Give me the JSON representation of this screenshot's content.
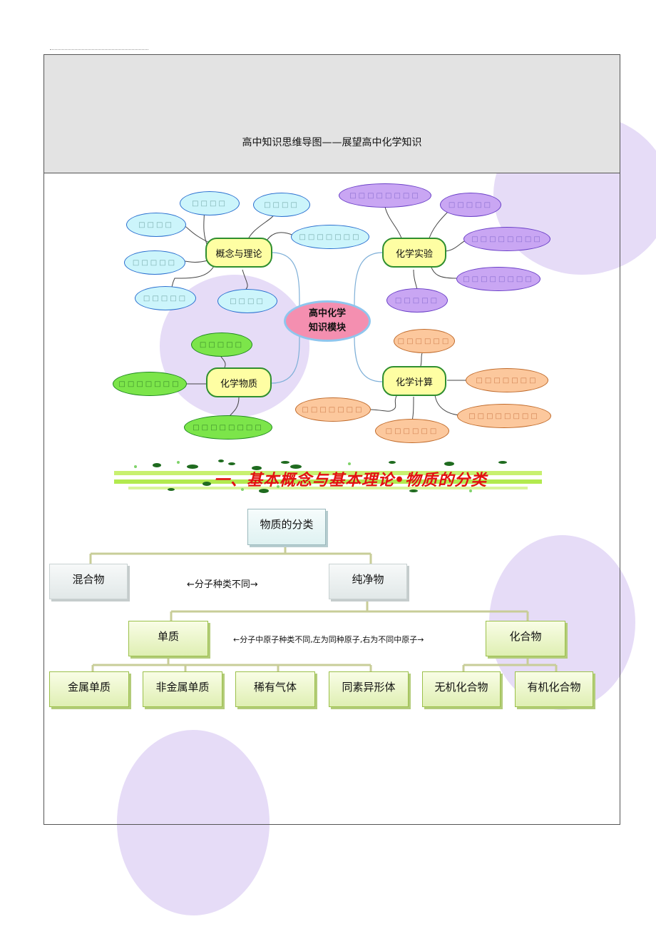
{
  "header": {
    "title": "高中知识思维导图——展望高中化学知识"
  },
  "mindmap": {
    "center": {
      "line1": "高中化学",
      "line2": "知识模块"
    },
    "branches": {
      "concepts": "概念与理论",
      "experiment": "化学实验",
      "substance": "化学物质",
      "calculation": "化学计算"
    },
    "placeholder_glyph": "□"
  },
  "banner": {
    "text": "一、基本概念与基本理论•物质的分类"
  },
  "classification": {
    "root": "物质的分类",
    "mixture": "混合物",
    "pure": "纯净物",
    "note_molecule": "←分子种类不同→",
    "element": "单质",
    "compound": "化合物",
    "note_atom": "←分子中原子种类不同,左为同种原子,右为不同中原子→",
    "leaves": [
      "金属单质",
      "非金属单质",
      "稀有气体",
      "同素异形体",
      "无机化合物",
      "有机化合物"
    ]
  }
}
